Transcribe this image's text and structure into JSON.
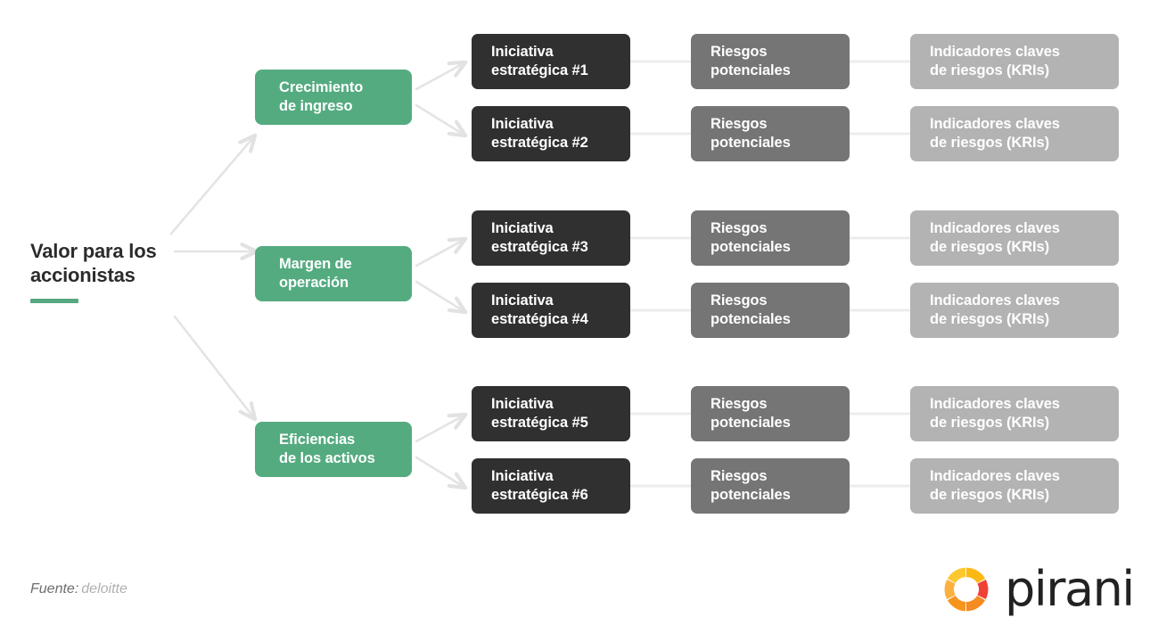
{
  "diagram": {
    "root": {
      "title": "Valor para los\naccionistas",
      "accent_color": "#57a780"
    },
    "branches": [
      {
        "driver": "Crecimiento\nde ingreso",
        "initiatives": [
          {
            "initiative": "Iniciativa\nestratégica #1",
            "risk": "Riesgos\npotenciales",
            "kri": "Indicadores claves\nde riesgos (KRIs)"
          },
          {
            "initiative": "Iniciativa\nestratégica #2",
            "risk": "Riesgos\npotenciales",
            "kri": "Indicadores claves\nde riesgos (KRIs)"
          }
        ]
      },
      {
        "driver": "Margen de\noperación",
        "initiatives": [
          {
            "initiative": "Iniciativa\nestratégica #3",
            "risk": "Riesgos\npotenciales",
            "kri": "Indicadores claves\nde riesgos (KRIs)"
          },
          {
            "initiative": "Iniciativa\nestratégica #4",
            "risk": "Riesgos\npotenciales",
            "kri": "Indicadores claves\nde riesgos (KRIs)"
          }
        ]
      },
      {
        "driver": "Eficiencias\nde los activos",
        "initiatives": [
          {
            "initiative": "Iniciativa\nestratégica #5",
            "risk": "Riesgos\npotenciales",
            "kri": "Indicadores claves\nde riesgos (KRIs)"
          },
          {
            "initiative": "Iniciativa\nestratégica #6",
            "risk": "Riesgos\npotenciales",
            "kri": "Indicadores claves\nde riesgos (KRIs)"
          }
        ]
      }
    ],
    "colors": {
      "driver": "#54ab80",
      "initiative": "#303030",
      "risk": "#757575",
      "kri": "#b3b3b3",
      "connector": "#e2e2e2"
    }
  },
  "footer": {
    "source_label": "Fuente:",
    "source_value": "deloitte",
    "brand": "pirani",
    "brand_colors": {
      "ring_yellow": "#FFC425",
      "ring_orange": "#F68B1F",
      "ring_red": "#EF4136",
      "wordmark": "#222222",
      "dot": "#FFC425"
    }
  }
}
